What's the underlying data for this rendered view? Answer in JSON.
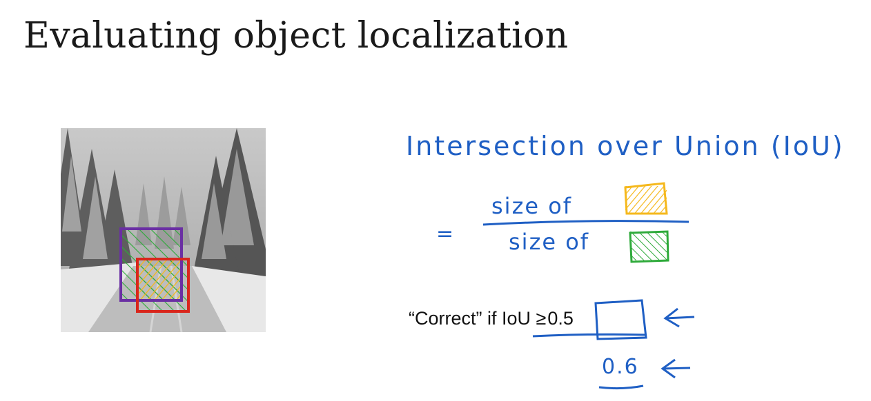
{
  "slide": {
    "title": "Evaluating object localization"
  },
  "image": {
    "subject": "snowy forest road photo",
    "box_colors": {
      "ground_truth": "#d9261c",
      "prediction": "#6a2fa3",
      "intersection_fill": "#f5b81c",
      "union_fill": "#2eaa3a"
    }
  },
  "notes": {
    "heading": "Intersection over Union (IoU)",
    "equals": "=",
    "numerator": "size of",
    "denominator": "size of",
    "alt_threshold": "0.6",
    "ink_color": "#1f5fc4"
  },
  "criterion": {
    "prefix": "“Correct” if IoU ≥",
    "threshold": "0.5"
  }
}
